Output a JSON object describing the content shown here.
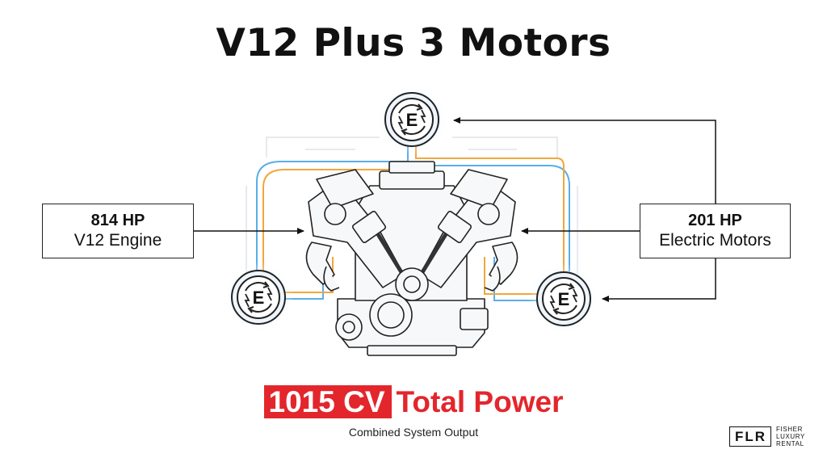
{
  "title": "V12 Plus 3 Motors",
  "left_box": {
    "power": "814 HP",
    "label": "V12 Engine"
  },
  "right_box": {
    "power": "201 HP",
    "label": "Electric Motors"
  },
  "motor_icon": {
    "letter": "E",
    "icon": "electric-motor-icon"
  },
  "total": {
    "highlight": "1015 CV",
    "rest": "Total Power"
  },
  "subtitle": "Combined System Output",
  "logo": {
    "mark": "FLR",
    "line1": "FISHER",
    "line2": "LUXURY",
    "line3": "RENTAL"
  },
  "colors": {
    "accent_red": "#e3262c",
    "wire_blue": "#5aaee8",
    "wire_orange": "#f0a73c",
    "outline": "#222222"
  }
}
